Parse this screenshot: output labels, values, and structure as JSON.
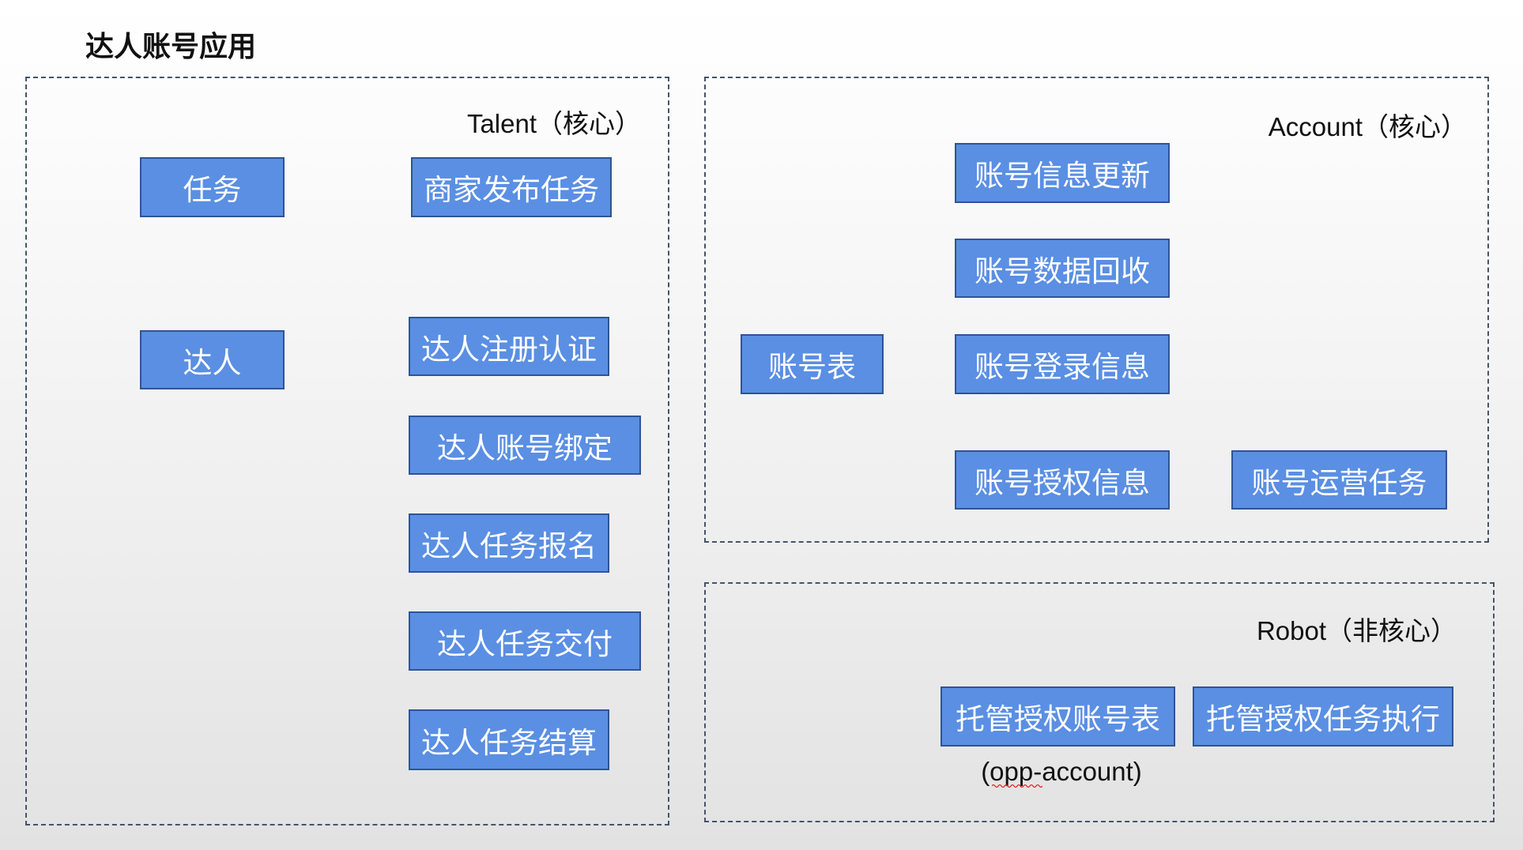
{
  "title": "达人账号应用",
  "colors": {
    "node_fill": "#5A8FE3",
    "node_border": "#2F5496",
    "group_border": "#44546A",
    "node_text": "#FFFFFF"
  },
  "talent": {
    "label": "Talent（核心）",
    "nodes": [
      "任务",
      "商家发布任务",
      "达人",
      "达人注册认证",
      "达人账号绑定",
      "达人任务报名",
      "达人任务交付",
      "达人任务结算"
    ]
  },
  "account": {
    "label": "Account（核心）",
    "nodes": [
      "账号信息更新",
      "账号数据回收",
      "账号表",
      "账号登录信息",
      "账号授权信息",
      "账号运营任务"
    ]
  },
  "robot": {
    "label": "Robot（非核心）",
    "nodes": [
      "托管授权账号表",
      "托管授权任务执行"
    ],
    "caption": "(opp-account)"
  }
}
